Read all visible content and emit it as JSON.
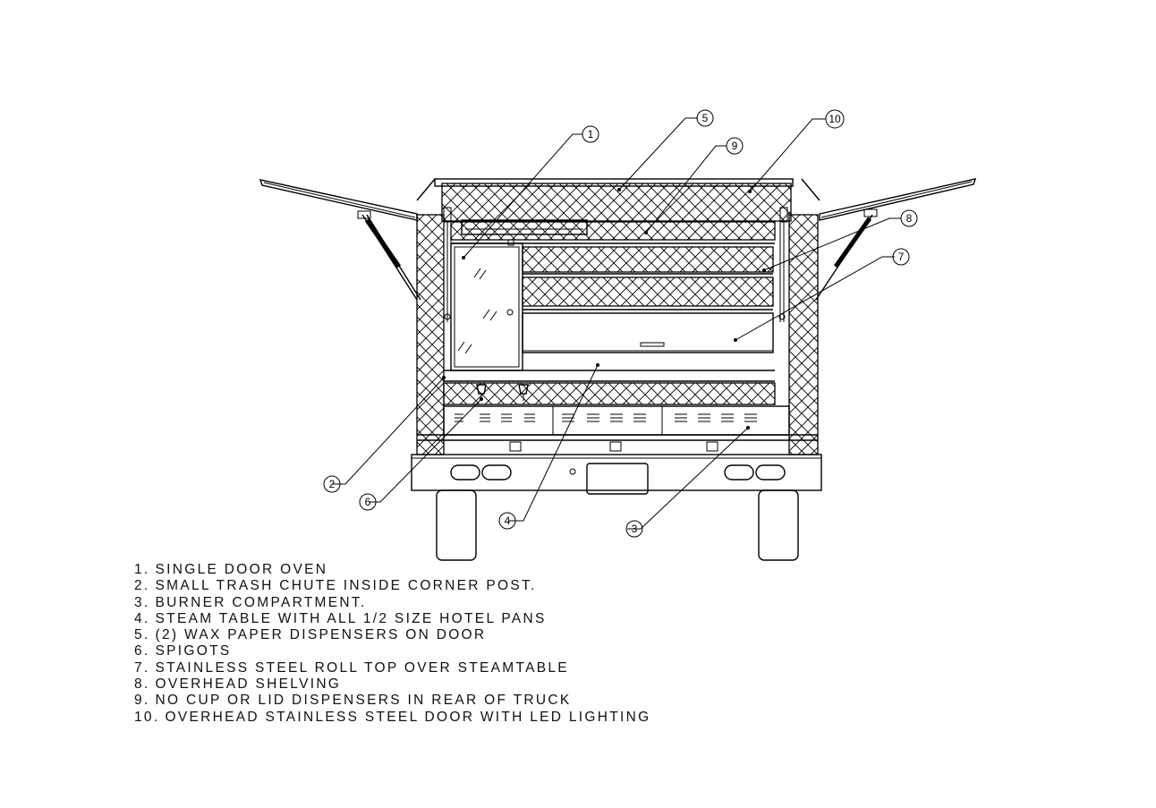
{
  "callouts": [
    {
      "number": "1"
    },
    {
      "number": "2"
    },
    {
      "number": "3"
    },
    {
      "number": "4"
    },
    {
      "number": "5"
    },
    {
      "number": "6"
    },
    {
      "number": "7"
    },
    {
      "number": "8"
    },
    {
      "number": "9"
    },
    {
      "number": "10"
    }
  ],
  "legend": [
    {
      "number": "1.",
      "text": "SINGLE DOOR OVEN"
    },
    {
      "number": "2.",
      "text": "SMALL TRASH CHUTE INSIDE CORNER POST."
    },
    {
      "number": "3.",
      "text": "BURNER COMPARTMENT."
    },
    {
      "number": "4.",
      "text": "STEAM TABLE WITH ALL 1/2 SIZE HOTEL PANS"
    },
    {
      "number": "5.",
      "text": "(2) WAX PAPER DISPENSERS ON DOOR"
    },
    {
      "number": "6.",
      "text": "SPIGOTS"
    },
    {
      "number": "7.",
      "text": "STAINLESS STEEL ROLL TOP OVER STEAMTABLE"
    },
    {
      "number": "8.",
      "text": "OVERHEAD SHELVING"
    },
    {
      "number": "9.",
      "text": "NO CUP OR LID DISPENSERS IN REAR OF TRUCK"
    },
    {
      "number": "10.",
      "text": "OVERHEAD STAINLESS STEEL DOOR WITH LED LIGHTING"
    }
  ]
}
